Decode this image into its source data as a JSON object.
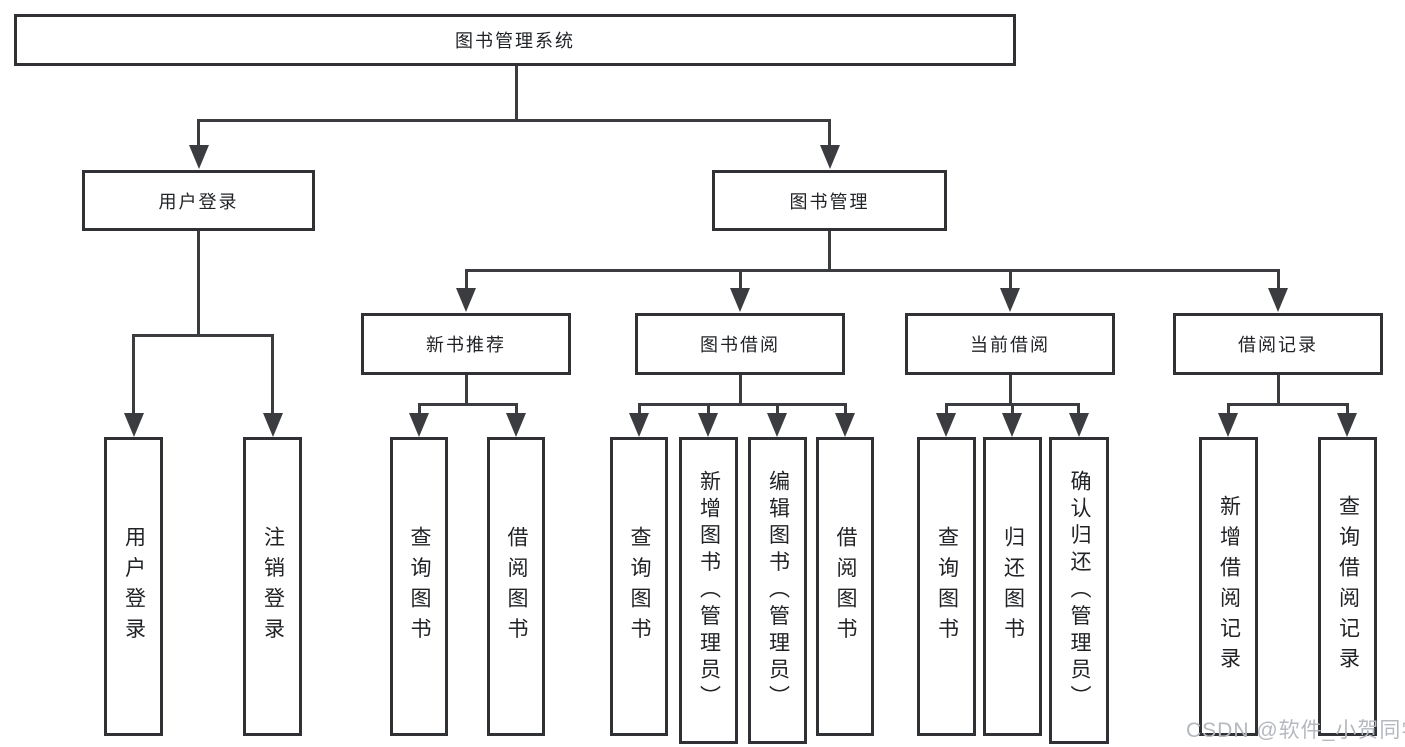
{
  "tree": {
    "root": "图书管理系统",
    "branches": [
      {
        "label": "用户登录",
        "leaves": [
          "用户登录",
          "注销登录"
        ]
      },
      {
        "label": "图书管理",
        "groups": [
          {
            "label": "新书推荐",
            "leaves": [
              "查询图书",
              "借阅图书"
            ]
          },
          {
            "label": "图书借阅",
            "leaves": [
              "查询图书",
              "新增图书（管理员）",
              "编辑图书（管理员）",
              "借阅图书"
            ]
          },
          {
            "label": "当前借阅",
            "leaves": [
              "查询图书",
              "归还图书",
              "确认归还（管理员）"
            ]
          },
          {
            "label": "借阅记录",
            "leaves": [
              "新增借阅记录",
              "查询借阅记录"
            ]
          }
        ]
      }
    ]
  },
  "watermark": {
    "text": "CSDN @软件_小贺同学",
    "color": "#b4b8bf"
  },
  "colors": {
    "line": "#3a3c3f",
    "border": "#2f3134",
    "text": "#212326",
    "background": "#ffffff"
  }
}
